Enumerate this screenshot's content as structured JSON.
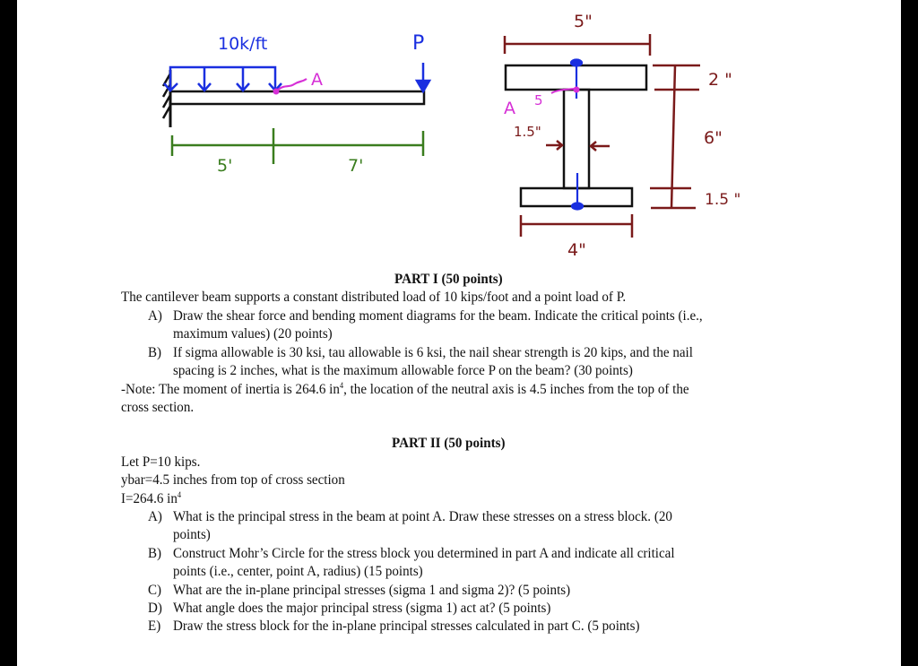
{
  "figure": {
    "beam": {
      "distributed_load_label": "10k/ft",
      "point_load_label": "P",
      "point_label": "A",
      "dim_left": "5'",
      "dim_right": "7'"
    },
    "cross_section": {
      "top_width": "5\"",
      "bottom_width": "4\"",
      "web_thickness": "1.5\"",
      "top_flange_thickness": "2 \"",
      "web_height": "6\"",
      "bottom_flange_thickness": "1.5 \"",
      "point_label": "A"
    },
    "colors": {
      "load": "#1a2fe0",
      "point": "#d62fd6",
      "dimension_beam": "#3a7d1e",
      "dimension_section": "#7a1a1a",
      "outline": "#111111"
    }
  },
  "part1": {
    "title": "PART I (50 points)",
    "intro": "The cantilever beam supports a constant distributed load of 10 kips/foot and a point load of P.",
    "items": [
      {
        "label": "A)",
        "line1": "Draw the shear force and bending moment diagrams for the beam. Indicate the critical points (i.e.,",
        "line2": "maximum values) (20 points)"
      },
      {
        "label": "B)",
        "line1": "If sigma allowable is 30 ksi, tau allowable is 6 ksi, the nail shear strength is 20 kips, and the nail",
        "line2": "spacing is 2 inches, what is the maximum allowable force P on the beam? (30 points)"
      }
    ],
    "note_prefix": "-Note: The moment of inertia is 264.6 in",
    "note_sup": "4",
    "note_suffix": ", the location of the neutral axis is 4.5 inches from the top of the",
    "note_line2": "cross section."
  },
  "part2": {
    "title": "PART II (50 points)",
    "given1": "Let P=10 kips.",
    "given2": "ybar=4.5 inches from top of cross section",
    "given3_prefix": "I=264.6 in",
    "given3_sup": "4",
    "items": [
      {
        "label": "A)",
        "line1": "What is the principal stress in the beam at point A. Draw these stresses on a stress block. (20",
        "line2": "points)"
      },
      {
        "label": "B)",
        "line1": "Construct Mohr’s Circle for the stress block you determined in part A and indicate all critical",
        "line2": "points (i.e., center, point A, radius) (15 points)"
      },
      {
        "label": "C)",
        "line1": "What are the in-plane principal stresses (sigma 1 and sigma 2)? (5 points)"
      },
      {
        "label": "D)",
        "line1": "What angle does the major principal stress (sigma 1) act at? (5 points)"
      },
      {
        "label": "E)",
        "line1": "Draw the stress block for the in-plane principal stresses calculated in part C. (5 points)"
      }
    ]
  }
}
